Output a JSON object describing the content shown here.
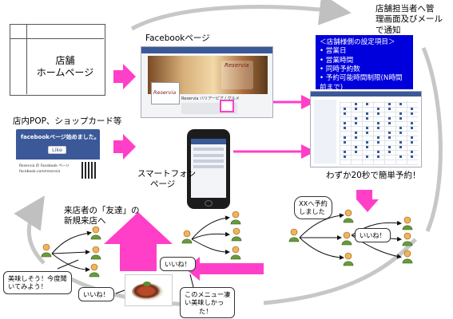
{
  "homepage": {
    "line1": "店舗",
    "line2": "ホームページ"
  },
  "facebook_page": {
    "label": "Facebookページ",
    "cover_title": "Reservia",
    "cover_script": "Reservia",
    "page_name_strip": "Reservia バリアーピア / グルメ"
  },
  "shop_card": {
    "label": "店内POP、ショップカード等",
    "card_title": "facebookページ始めました。",
    "like_button": "Like",
    "card_text_1": "Reservia の Facebook ページ",
    "card_text_2": "facebook.com/reservia"
  },
  "smartphone": {
    "label_line1": "スマートフォン",
    "label_line2": "ページ"
  },
  "notification": {
    "line1": "店舗担当者へ管",
    "line2": "理画面及びメール",
    "line3": "で通知"
  },
  "settings_box": {
    "title": "＜店舗様側の設定項目＞",
    "items": [
      "営業日",
      "営業時間",
      "同時予約数",
      "予約可能時間制限(N時間",
      "前まで)"
    ]
  },
  "booking": {
    "label": "わずか20秒で簡単予約！"
  },
  "bubbles": {
    "reserved": [
      "XXへ予約",
      "しました"
    ],
    "like_right": "いいね！",
    "like_center": "いいね！",
    "like_food": "いいね！",
    "tasty": [
      "美味しそう！今度聞",
      "いてみよう！"
    ],
    "menu": [
      "このメニュー凄",
      "い美味しかっ",
      "た！"
    ]
  },
  "new_visitors": {
    "line1": "来店者の「友達」の",
    "line2": "新規来店へ"
  },
  "colors": {
    "arrow": "#ff3fc8",
    "cycle": "#c0c0c0",
    "blue_box": "#0000dd",
    "facebook": "#3b5998"
  },
  "icons": [
    "person-icon",
    "arrow-icon",
    "smartphone-icon",
    "qr-code-icon",
    "food-photo"
  ]
}
